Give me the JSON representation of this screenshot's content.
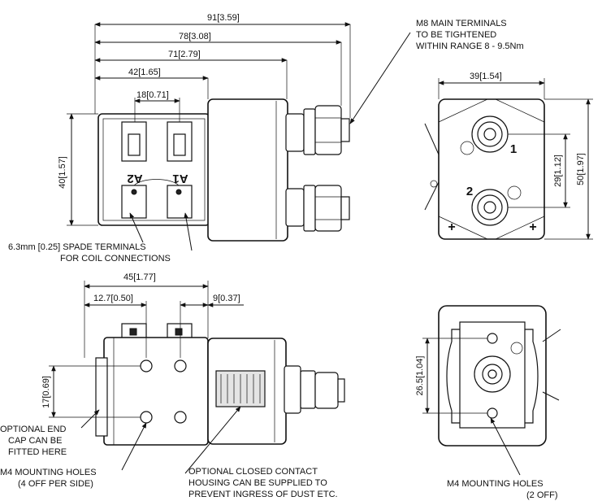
{
  "top_view": {
    "dims": {
      "overall": "91[3.59]",
      "body_to_nut": "78[3.08]",
      "body_to_terminal": "71[2.79]",
      "coil_body": "42[1.65]",
      "spade_pitch": "18[0.71]",
      "height": "40[1.57]"
    },
    "coil_labels": {
      "a2": "A2",
      "a1": "A1"
    },
    "note_terminals": [
      "M8 MAIN TERMINALS",
      "TO BE TIGHTENED",
      "WITHIN RANGE 8 - 9.5Nm"
    ],
    "note_spade": [
      "6.3mm [0.25] SPADE  TERMINALS",
      "FOR COIL CONNECTIONS"
    ]
  },
  "end_view": {
    "dims": {
      "width": "39[1.54]",
      "terminal_pitch": "29[1.12]",
      "height": "50[1.97]"
    },
    "terminal_labels": {
      "t1": "1",
      "t2": "2"
    }
  },
  "side_view": {
    "dims": {
      "length": "45[1.77]",
      "hole_offset": "12.7[0.50]",
      "spade_offset": "9[0.37]",
      "hole_pitch": "17[0.69]"
    },
    "note_endcap": [
      "OPTIONAL END",
      "CAP CAN BE",
      "FITTED HERE"
    ],
    "note_holes": [
      "M4 MOUNTING HOLES",
      "(4 OFF PER SIDE)"
    ],
    "note_housing": [
      "OPTIONAL CLOSED CONTACT",
      "HOUSING CAN BE SUPPLIED TO",
      "PREVENT INGRESS OF DUST ETC."
    ]
  },
  "bottom_view": {
    "dims": {
      "hole_pitch": "26.5[1.04]"
    },
    "note_holes": [
      "M4 MOUNTING HOLES",
      "(2 OFF)"
    ]
  }
}
